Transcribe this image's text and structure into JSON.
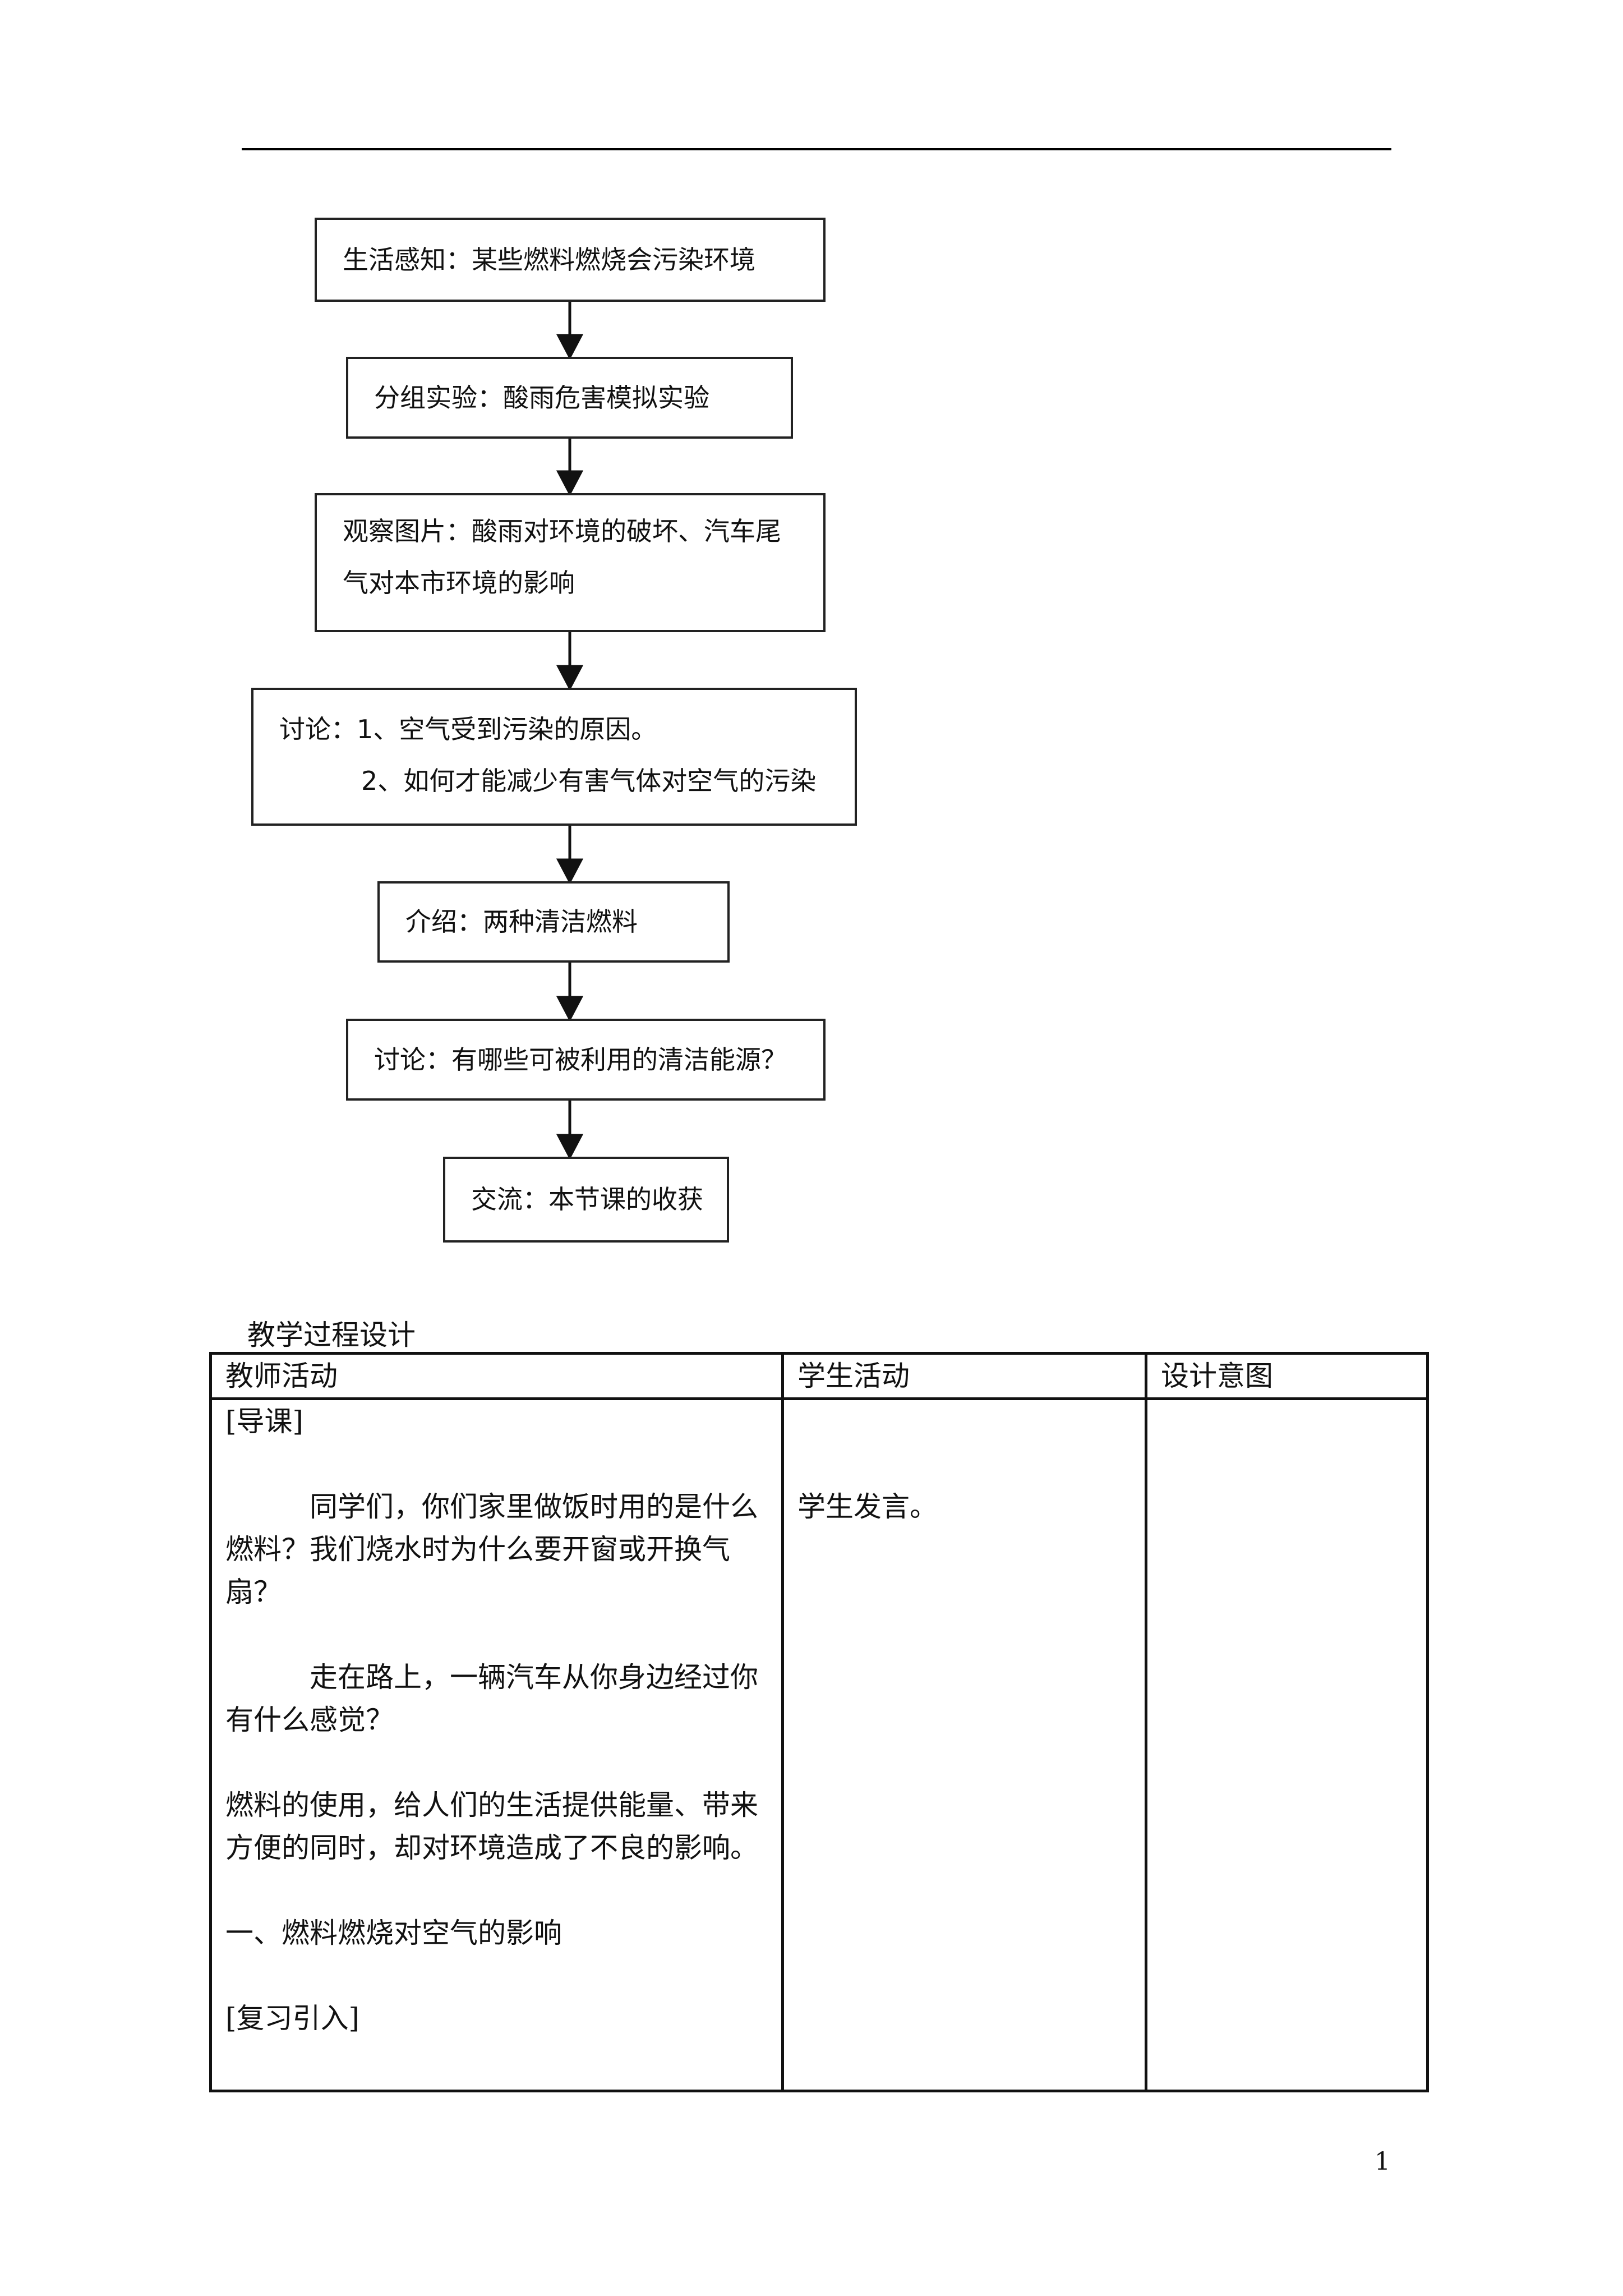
{
  "flowchart": {
    "steps": [
      "生活感知：某些燃料燃烧会污染环境",
      "分组实验：酸雨危害模拟实验",
      "观察图片：酸雨对环境的破坏、汽车尾",
      "气对本市环境的影响",
      "讨论：1、空气受到污染的原因。",
      "2、如何才能减少有害气体对空气的污染",
      "介绍：两种清洁燃料",
      "讨论：有哪些可被利用的清洁能源？",
      "交流：本节课的收获"
    ]
  },
  "table": {
    "caption": "教学过程设计",
    "headers": [
      "教师活动",
      "学生活动",
      "设计意图"
    ],
    "teacher": {
      "p1": "[导课]",
      "p2a": "同学们，你们家里做饭时用的是什么",
      "p2b": "燃料？我们烧水时为什么要开窗或开换气",
      "p2c": "扇？",
      "p3a": "走在路上，一辆汽车从你身边经过你",
      "p3b": "有什么感觉？",
      "p4a": "燃料的使用，给人们的生活提供能量、带来",
      "p4b": "方便的同时，却对环境造成了不良的影响。",
      "p5": "一、燃料燃烧对空气的影响",
      "p6": "[复习引入]"
    },
    "student": {
      "p1": "学生发言。"
    },
    "design": ""
  },
  "page_number": "1"
}
